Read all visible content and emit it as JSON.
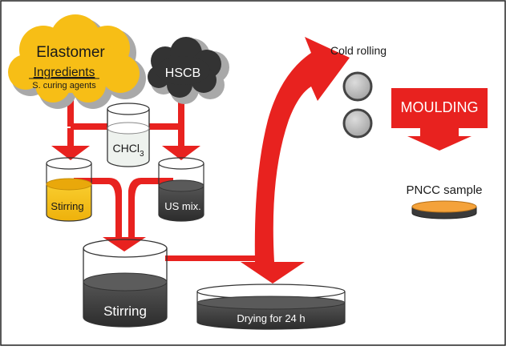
{
  "labels": {
    "elastomer": "Elastomer",
    "ingredients": "Ingredients",
    "curing_agents": "S. curing agents",
    "hscb": "HSCB",
    "chcl3_main": "CHCl",
    "chcl3_sub": "3",
    "stirring_small": "Stirring",
    "us_mix": "US mix.",
    "stirring_large": "Stirring",
    "drying": "Drying for 24 h",
    "cold_rolling": "Cold rolling",
    "moulding": "MOULDING",
    "pncc_sample": "PNCC sample"
  },
  "colors": {
    "arrow_red": "#e8221f",
    "elastomer_yellow": "#f7be16",
    "hscb_dark": "#333333",
    "cloud_shadow": "#a9a9a9",
    "liquid_dark": "#3a3a3a",
    "liquid_light": "#eef2ee",
    "roller_gray": "#b5b5b5",
    "sample_orange": "#f4a23a",
    "frame": "#222222"
  }
}
